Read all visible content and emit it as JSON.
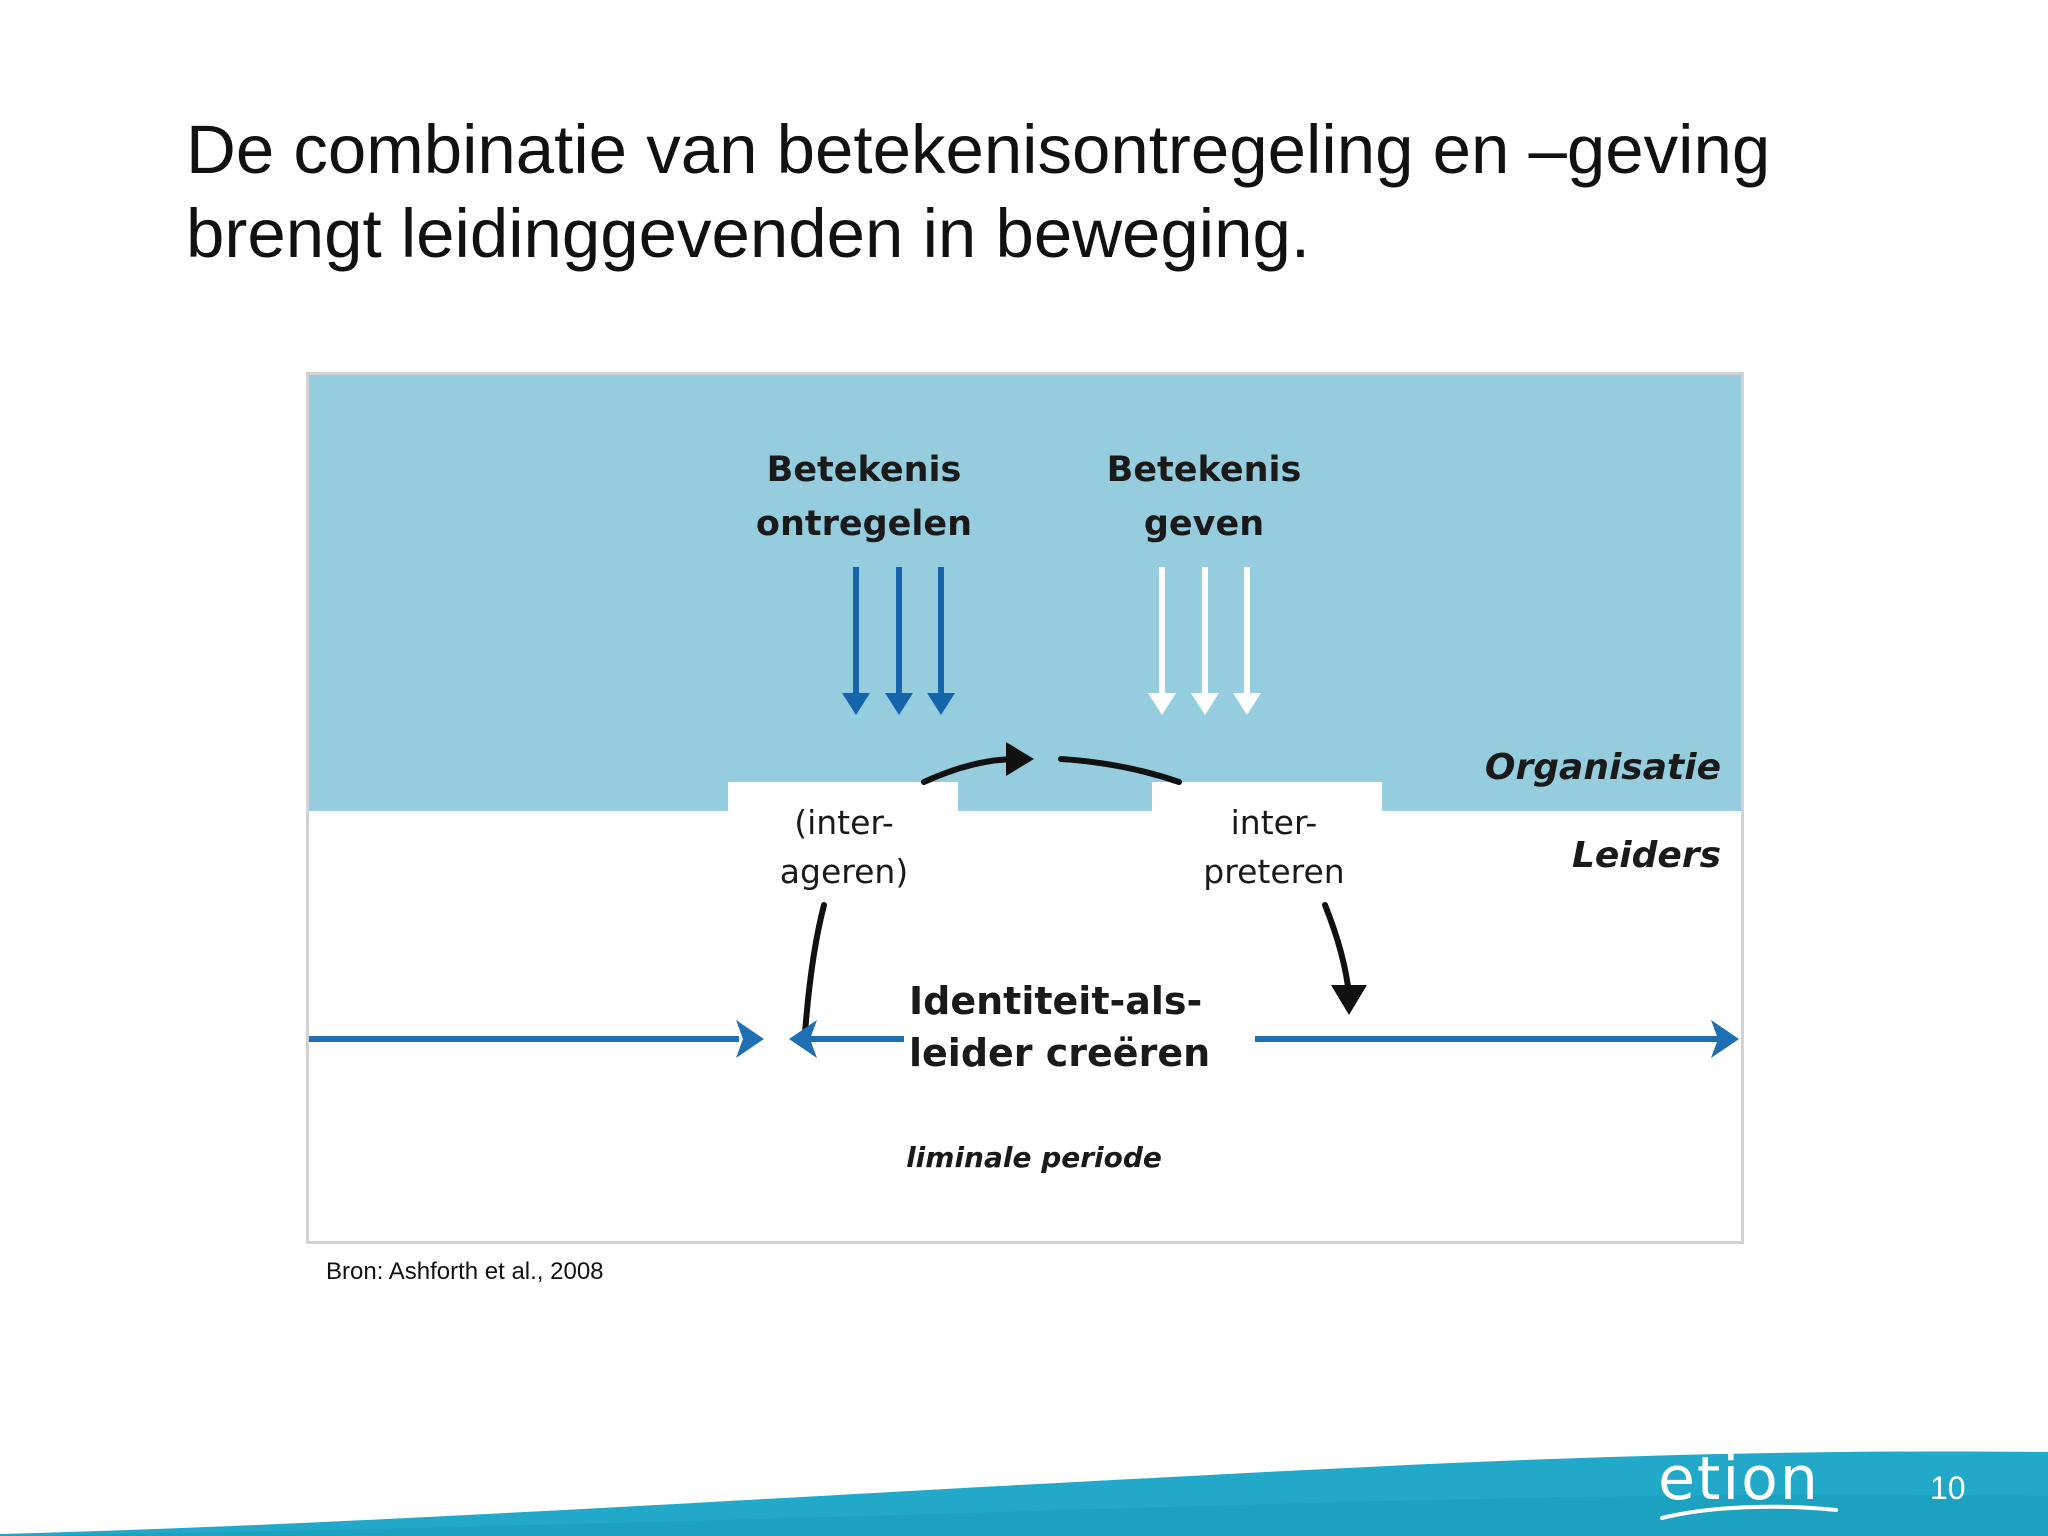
{
  "slide": {
    "title_lines": [
      "De combinatie van betekenisontregeling en –geving",
      "brengt leidinggevenden in beweging."
    ],
    "caption": "Bron: Ashforth et al., 2008",
    "page_number": "10",
    "logo_text": "etion"
  },
  "diagram": {
    "sensebreaking_label": [
      "Betekenis",
      "ontregelen"
    ],
    "sensegiving_label": [
      "Betekenis",
      "geven"
    ],
    "organisation_label": "Organisatie",
    "leaders_label": "Leiders",
    "enact_label": [
      "(inter-",
      "ageren)"
    ],
    "interpret_label": [
      "inter-",
      "preteren"
    ],
    "identity_label": [
      "Identiteit-als-",
      "leider creëren"
    ],
    "liminal_label": "liminale periode",
    "colors": {
      "organisation_band": "#95cddf",
      "sensebreaking_arrows": "#1565ad",
      "sensegiving_arrows": "#ffffff",
      "timeline_arrows": "#1e6fb3",
      "cycle_arrows": "#111111",
      "footer_wave": "#22a8c8"
    }
  }
}
